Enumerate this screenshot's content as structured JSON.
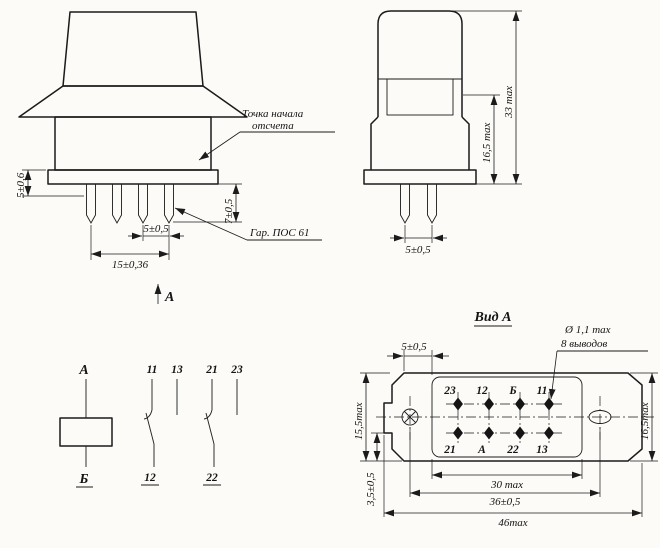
{
  "drawing": {
    "front_view": {
      "dim_left": "5±0,6",
      "dim_pin_length": "7±0,5",
      "dim_pin_pitch": "5±0,5",
      "dim_pin_span": "15±0,36",
      "callout_reference_line1": "Точка начала",
      "callout_reference_line2": "отсчета",
      "callout_solder": "Гар. ПОС 61",
      "view_arrow_label": "А"
    },
    "side_view": {
      "dim_height": "33 max",
      "dim_base_height": "16,5 max",
      "dim_pin_pitch": "5±0,5"
    },
    "schematic": {
      "coil_top": "А",
      "coil_bottom": "Б",
      "contacts_top": [
        "11",
        "13",
        "21",
        "23"
      ],
      "contacts_bottom": [
        "12",
        "22"
      ]
    },
    "bottom_view": {
      "title": "Вид А",
      "callout_hole_line1": "Ø 1,1 max",
      "callout_hole_line2": "8 выводов",
      "dim_hole_offset": "5±0,5",
      "dim_left_width": "15,5max",
      "dim_right_width": "16,5max",
      "dim_pin_field": "30 max",
      "dim_hole_distance": "36±0,5",
      "dim_total_length": "46max",
      "dim_edge": "3,5±0,5",
      "pins_top": [
        "23",
        "12",
        "Б",
        "11"
      ],
      "pins_bottom": [
        "21",
        "А",
        "22",
        "13"
      ]
    }
  }
}
